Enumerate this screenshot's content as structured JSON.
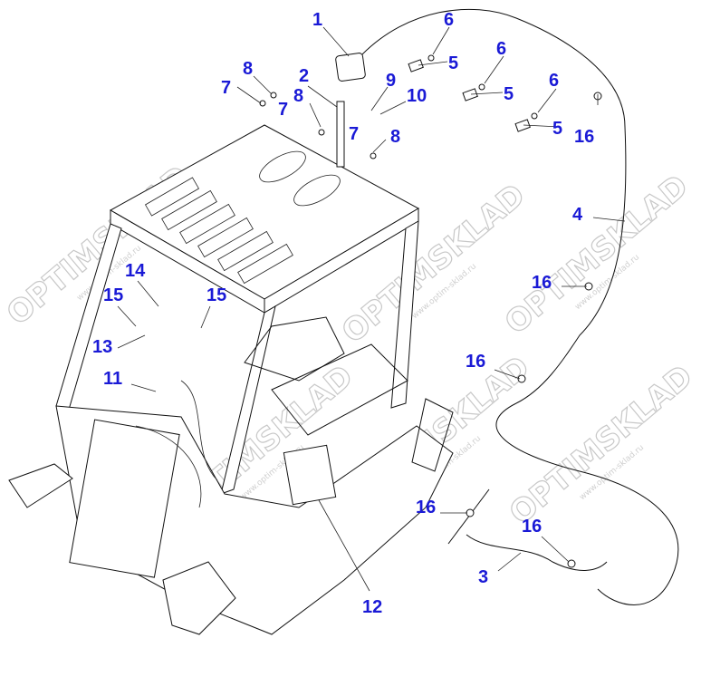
{
  "diagram": {
    "callouts": [
      {
        "id": "c1",
        "label": "1"
      },
      {
        "id": "c2",
        "label": "2"
      },
      {
        "id": "c3",
        "label": "3"
      },
      {
        "id": "c4",
        "label": "4"
      },
      {
        "id": "c5a",
        "label": "5"
      },
      {
        "id": "c5b",
        "label": "5"
      },
      {
        "id": "c5c",
        "label": "5"
      },
      {
        "id": "c6a",
        "label": "6"
      },
      {
        "id": "c6b",
        "label": "6"
      },
      {
        "id": "c6c",
        "label": "6"
      },
      {
        "id": "c7a",
        "label": "7"
      },
      {
        "id": "c7b",
        "label": "7"
      },
      {
        "id": "c7c",
        "label": "7"
      },
      {
        "id": "c8a",
        "label": "8"
      },
      {
        "id": "c8b",
        "label": "8"
      },
      {
        "id": "c8c",
        "label": "8"
      },
      {
        "id": "c9",
        "label": "9"
      },
      {
        "id": "c10",
        "label": "10"
      },
      {
        "id": "c11",
        "label": "11"
      },
      {
        "id": "c12",
        "label": "12"
      },
      {
        "id": "c13",
        "label": "13"
      },
      {
        "id": "c14",
        "label": "14"
      },
      {
        "id": "c15a",
        "label": "15"
      },
      {
        "id": "c15b",
        "label": "15"
      },
      {
        "id": "c16a",
        "label": "16"
      },
      {
        "id": "c16b",
        "label": "16"
      },
      {
        "id": "c16c",
        "label": "16"
      },
      {
        "id": "c16d",
        "label": "16"
      },
      {
        "id": "c16e",
        "label": "16"
      }
    ],
    "watermark": {
      "brand_left": "OPTIM",
      "brand_right": "SKLAD",
      "url": "www.optim-sklad.ru"
    },
    "colors": {
      "callout": "#1a1ad6",
      "lines": "#111111",
      "watermark": "#c8c8c8"
    }
  }
}
